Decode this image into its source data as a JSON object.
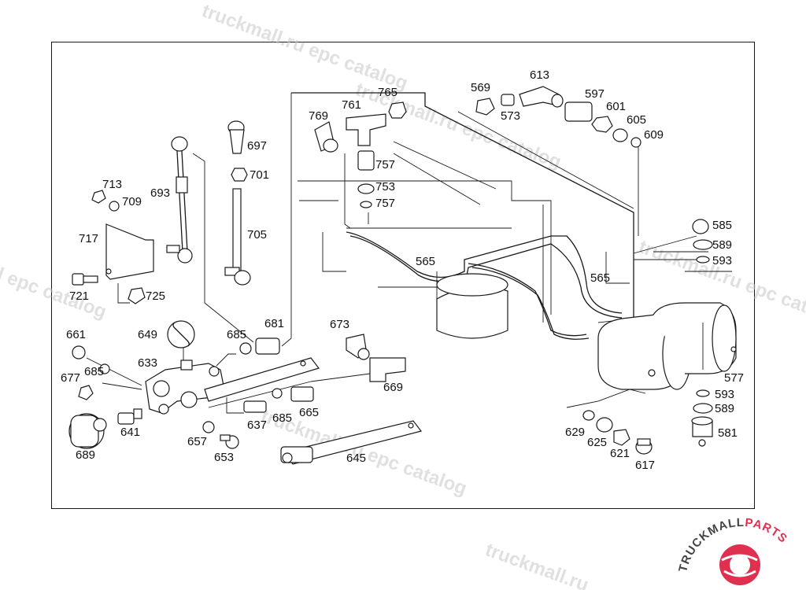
{
  "watermarks": [
    "truckmall.ru epc catalog",
    "truckmall.ru epc catalog",
    "truckmall.ru epc catalog",
    "l epc catalog",
    "truckmall.ru epc catalog",
    "truckmall.ru"
  ],
  "logo": {
    "text_dark": "TRUCKMALL",
    "text_accent": "PARTS",
    "accent_color": "#e03050",
    "dark_color": "#444444"
  },
  "callouts": [
    "569",
    "613",
    "765",
    "761",
    "769",
    "573",
    "597",
    "601",
    "605",
    "609",
    "697",
    "701",
    "757",
    "753",
    "757b",
    "693",
    "713",
    "709",
    "717",
    "705",
    "721",
    "725",
    "565",
    "565b",
    "585",
    "589",
    "593",
    "681",
    "673",
    "649",
    "661",
    "685",
    "633",
    "677",
    "685b",
    "669",
    "637",
    "685c",
    "665",
    "641",
    "689",
    "657",
    "653",
    "645",
    "577",
    "593b",
    "589b",
    "581",
    "629",
    "625",
    "621",
    "617"
  ],
  "labels": {
    "569": "569",
    "613": "613",
    "765": "765",
    "761": "761",
    "769": "769",
    "573": "573",
    "597": "597",
    "601": "601",
    "605": "605",
    "609": "609",
    "697": "697",
    "701": "701",
    "757": "757",
    "753": "753",
    "757b": "757",
    "693": "693",
    "713": "713",
    "709": "709",
    "717": "717",
    "705": "705",
    "721": "721",
    "725": "725",
    "565": "565",
    "565b": "565",
    "585": "585",
    "589": "589",
    "593": "593",
    "681": "681",
    "673": "673",
    "649": "649",
    "661": "661",
    "685": "685",
    "633": "633",
    "677": "677",
    "685b": "685",
    "669": "669",
    "637": "637",
    "685c": "685",
    "665": "665",
    "641": "641",
    "689": "689",
    "657": "657",
    "653": "653",
    "645": "645",
    "577": "577",
    "593b": "593",
    "589b": "589",
    "581": "581",
    "629": "629",
    "625": "625",
    "621": "621",
    "617": "617"
  }
}
